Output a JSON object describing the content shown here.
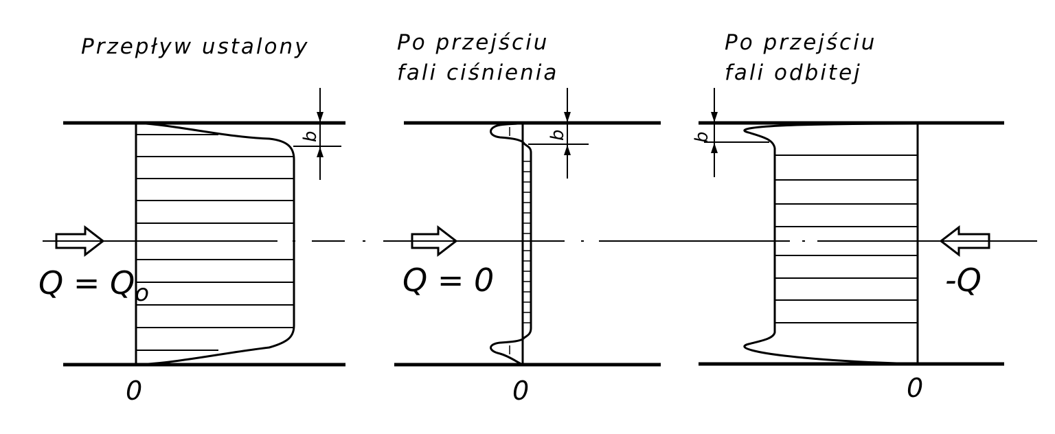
{
  "panels": [
    {
      "title_lines": [
        "Przepływ ustalony"
      ],
      "flow_label": "Q = Q",
      "flow_subscript": "o",
      "origin_label": "0",
      "b_label": "b"
    },
    {
      "title_lines": [
        "Po przejściu",
        "fali ciśnienia"
      ],
      "flow_label": "Q = 0",
      "origin_label": "0",
      "b_label": "b"
    },
    {
      "title_lines": [
        "Po przejściu",
        "fali odbitej"
      ],
      "flow_label": "-Q",
      "origin_label": "0",
      "b_label": "b"
    }
  ]
}
